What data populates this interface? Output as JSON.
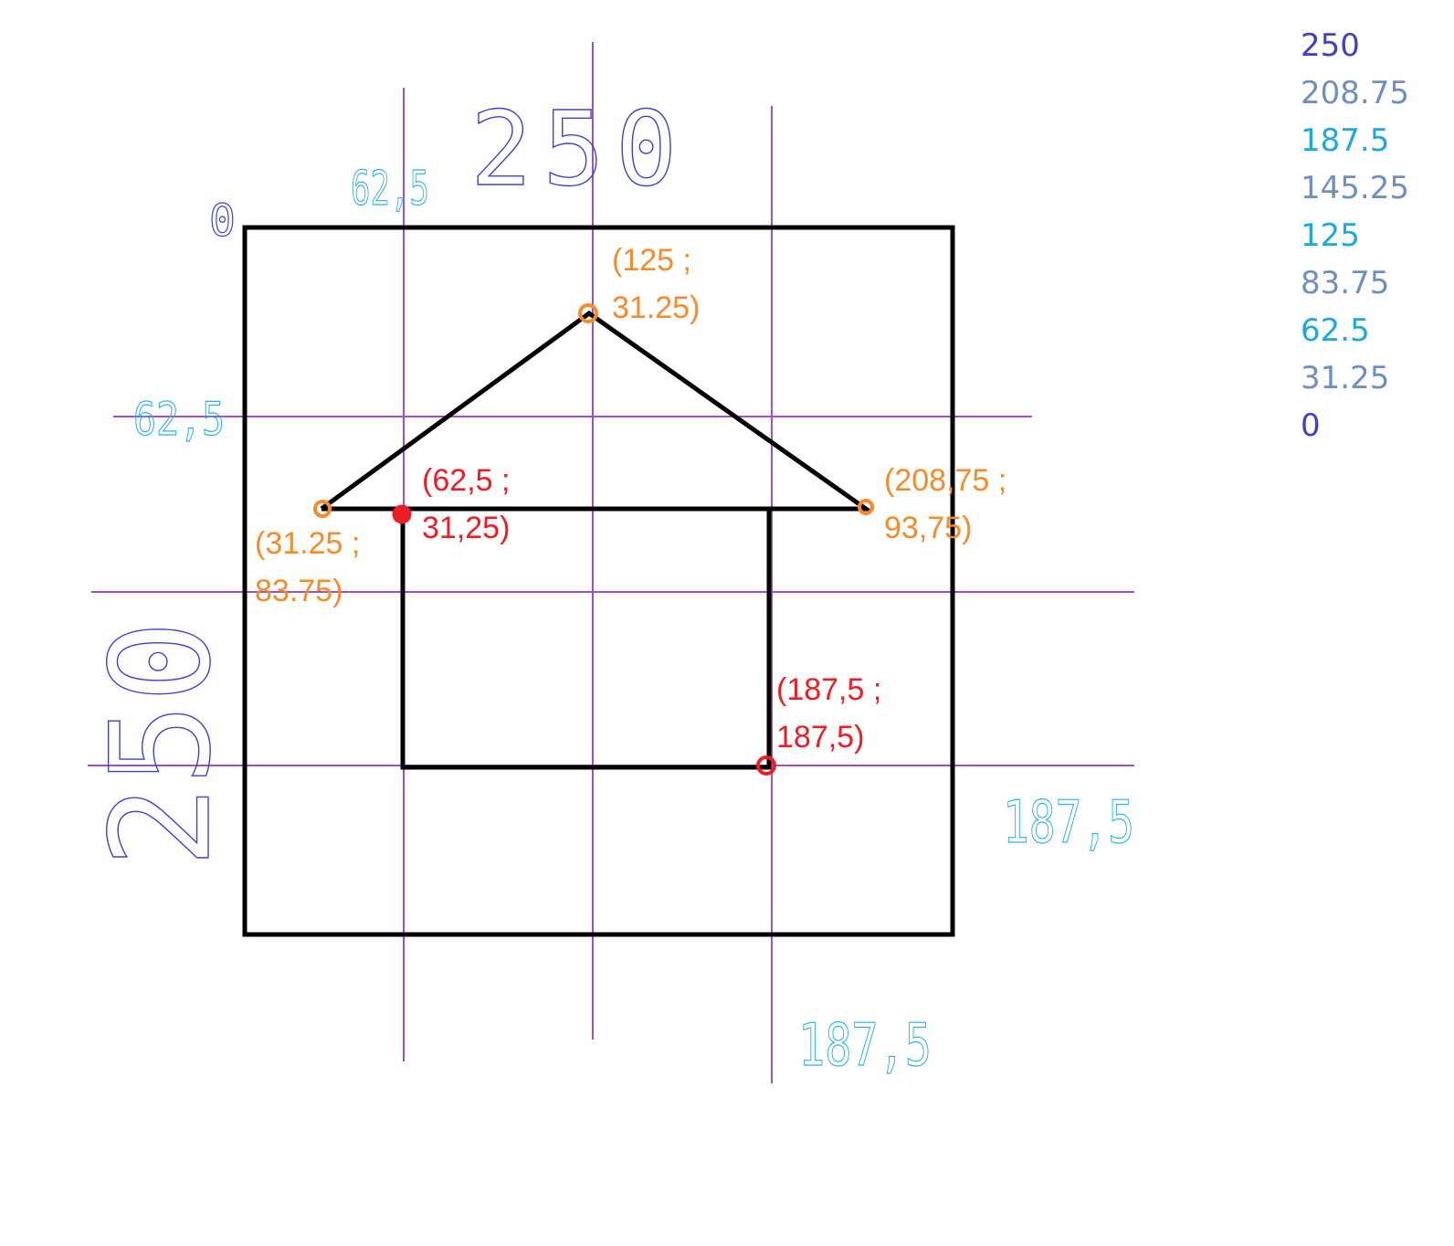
{
  "colors": {
    "outline": "#000000",
    "guide": "#a04fc8",
    "orange": "#f58b2a",
    "red": "#ee1c24",
    "hand_blue": "#3f3fd0",
    "hand_cyan": "#2ab0e8",
    "scale_dark": "#3f3fc8",
    "scale_grey": "#6f8fbf",
    "scale_cyan": "#1ea8e0"
  },
  "scale_list": [
    {
      "text": "250",
      "tone": "scale_dark"
    },
    {
      "text": "208.75",
      "tone": "scale_grey"
    },
    {
      "text": "187.5",
      "tone": "scale_cyan"
    },
    {
      "text": "145.25",
      "tone": "scale_grey"
    },
    {
      "text": "125",
      "tone": "scale_cyan"
    },
    {
      "text": "83.75",
      "tone": "scale_grey"
    },
    {
      "text": "62.5",
      "tone": "scale_cyan"
    },
    {
      "text": "31.25",
      "tone": "scale_grey"
    },
    {
      "text": "0",
      "tone": "scale_dark"
    }
  ],
  "labels": {
    "apex": [
      "(125 ;",
      "31.25)"
    ],
    "roof_left": [
      "(31.25 ;",
      "83.75)"
    ],
    "roof_right": [
      "(208,75 ;",
      "93,75)"
    ],
    "wall_top_left": [
      "(62,5 ;",
      "31,25)"
    ],
    "wall_bottom_right": [
      "(187,5 ;",
      "187,5)"
    ]
  },
  "handwritten": {
    "top_size": "250",
    "left_size": "250",
    "origin": "0",
    "top_guide": "62,5",
    "left_guide": "62,5",
    "right_guide": "187,5",
    "bottom_guide": "187,5"
  }
}
